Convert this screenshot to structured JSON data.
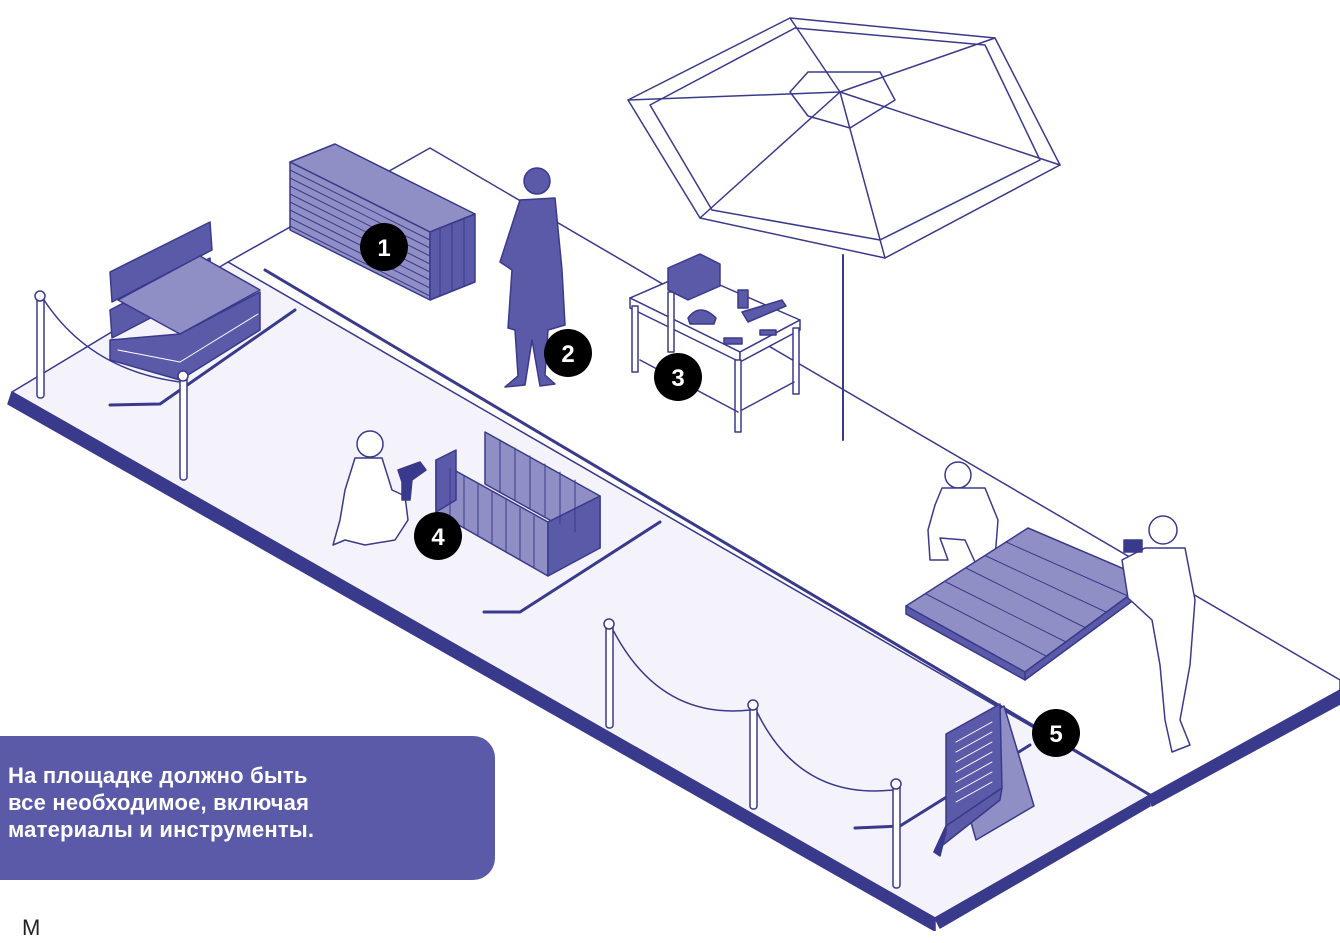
{
  "colors": {
    "outline": "#3a3a8c",
    "fill_dark": "#5a5aa8",
    "fill_light": "#8f8fc6",
    "ground": "#f4f3fb",
    "marker": "#000000"
  },
  "markers": [
    {
      "id": 1,
      "label": "1"
    },
    {
      "id": 2,
      "label": "2"
    },
    {
      "id": 3,
      "label": "3"
    },
    {
      "id": 4,
      "label": "4"
    },
    {
      "id": 5,
      "label": "5"
    }
  ],
  "callout": {
    "text": "На площадке должно быть\nвсе необходимое, включая\nматериалы и инструменты."
  },
  "footer_partial_text": "М",
  "objects": [
    "platform",
    "lumber-stack",
    "pallet-bench",
    "standing-woman",
    "umbrella",
    "tool-table",
    "kneeling-person-with-drill",
    "planter-box",
    "crouching-person",
    "deck-panel",
    "photographer",
    "rope-barrier",
    "a-frame-sign"
  ]
}
